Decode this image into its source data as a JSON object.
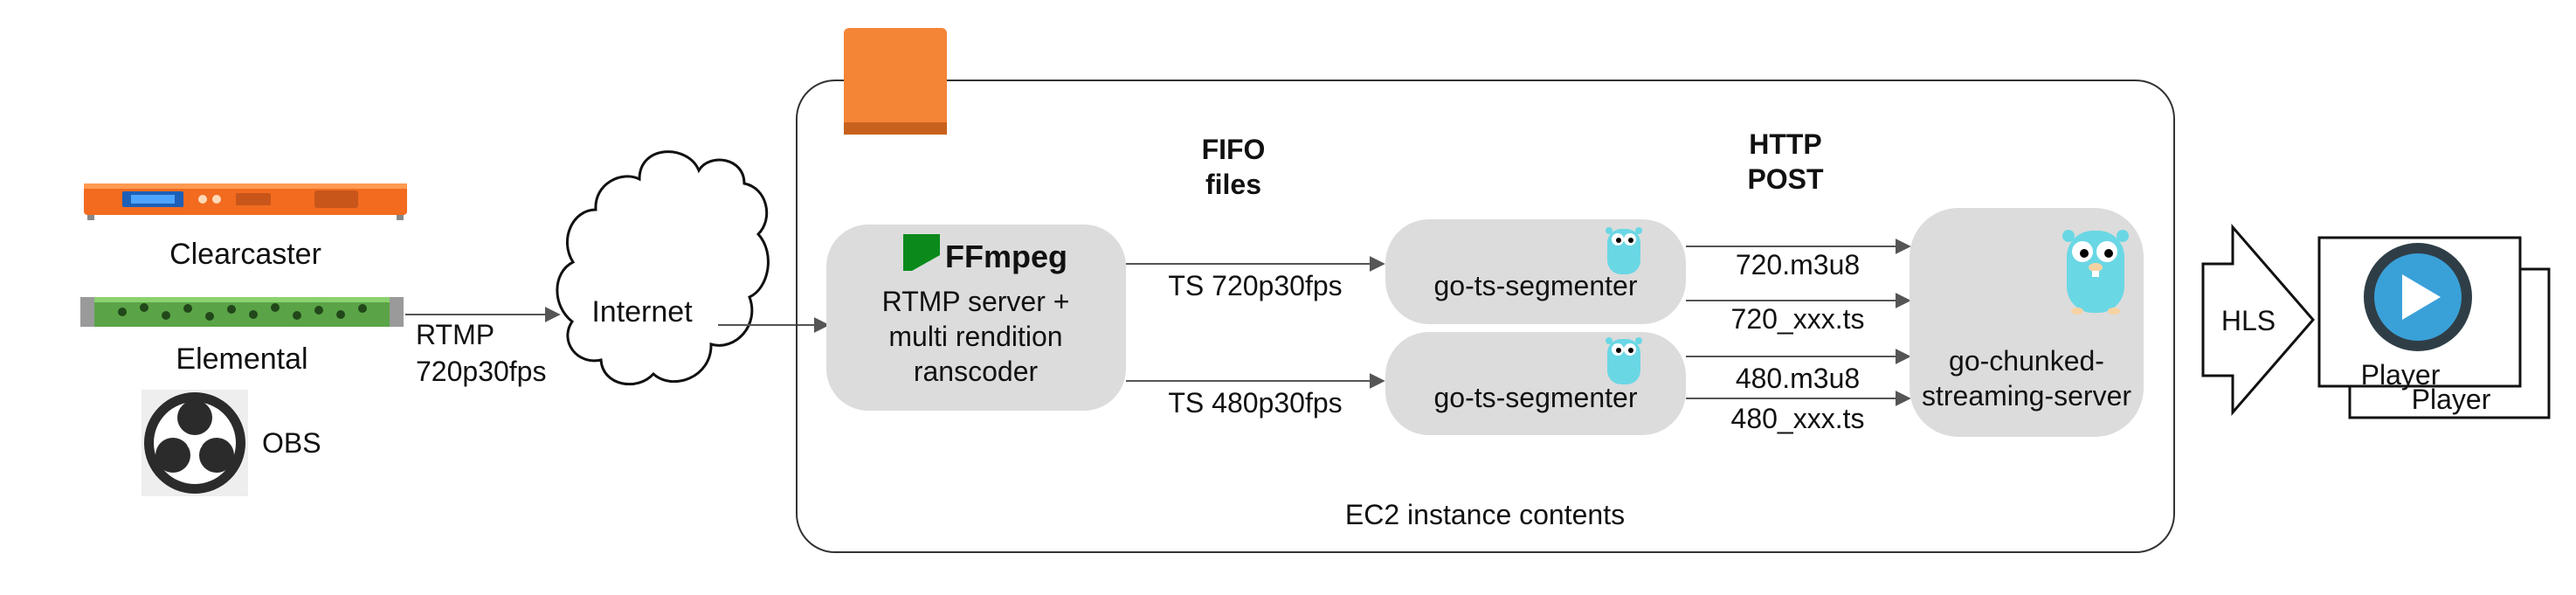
{
  "sources": {
    "clearcaster": "Clearcaster",
    "elemental": "Elemental",
    "obs": "OBS"
  },
  "ingest": {
    "protocol": "RTMP",
    "format": "720p30fps",
    "network": "Internet"
  },
  "ec2": {
    "caption": "EC2 instance contents",
    "fifo_line1": "FIFO",
    "fifo_line2": "files",
    "http_line1": "HTTP",
    "http_line2": "POST"
  },
  "ffmpeg": {
    "logo_text": "FFmpeg",
    "line1": "RTMP server +",
    "line2": "multi rendition",
    "line3": "ranscoder"
  },
  "streams": {
    "ts720": "TS 720p30fps",
    "ts480": "TS 480p30fps"
  },
  "segmenters": {
    "top": "go-ts-segmenter",
    "bottom": "go-ts-segmenter"
  },
  "outputs": {
    "m3u8_720": "720.m3u8",
    "ts_720": "720_xxx.ts",
    "m3u8_480": "480.m3u8",
    "ts_480": "480_xxx.ts"
  },
  "server": {
    "line1": "go-chunked-",
    "line2": "streaming-server"
  },
  "delivery": {
    "protocol": "HLS",
    "player_front": "Player",
    "player_back": "Player"
  },
  "colors": {
    "aws_orange": "#f58536",
    "node_fill": "#dcdcdc",
    "arrow": "#555555",
    "gopher": "#6ad7e5",
    "clearcaster_orange": "#f26b1f",
    "elemental_green": "#5aa447",
    "ffmpeg_green": "#0b8a1b",
    "play_blue": "#3aa0d8"
  },
  "icons": [
    "aws-ec2-icon",
    "clearcaster-device-icon",
    "elemental-device-icon",
    "obs-logo-icon",
    "cloud-icon",
    "ffmpeg-logo-icon",
    "gopher-icon",
    "play-icon"
  ]
}
